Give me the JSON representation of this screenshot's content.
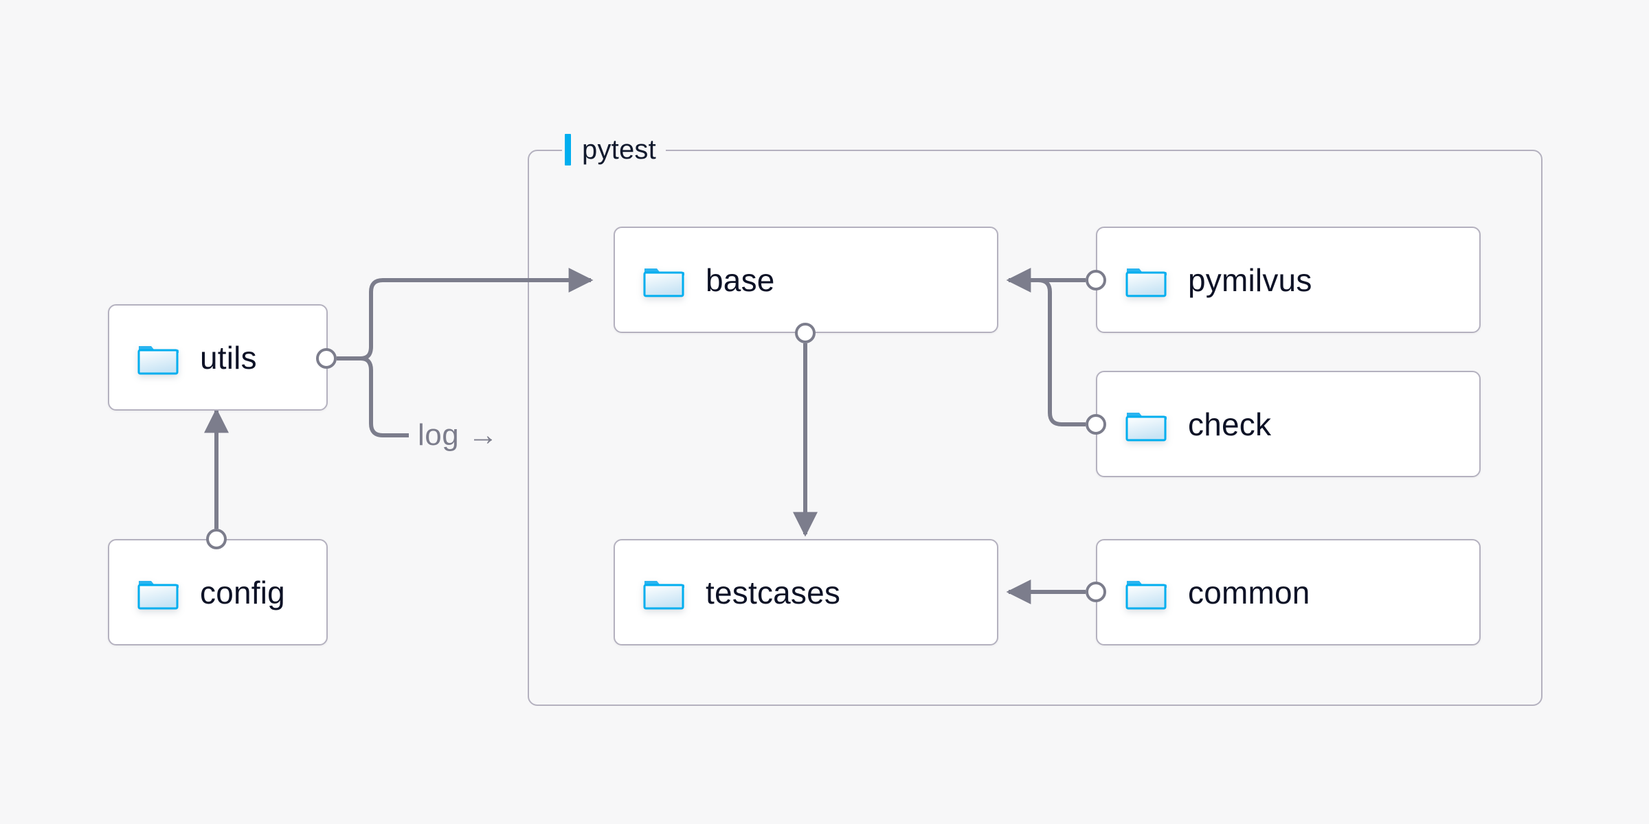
{
  "canvas": {
    "background": "#f7f7f8",
    "edge_color": "#7c7d8c",
    "node_border_color": "#b4b1bf",
    "node_fill": "#ffffff",
    "accent_color": "#00AEEF",
    "label_color": "#0d1226"
  },
  "group": {
    "title": "pytest",
    "tick_icon": "accent-bar-icon"
  },
  "nodes": [
    {
      "id": "utils",
      "label": "utils",
      "icon": "folder-icon"
    },
    {
      "id": "config",
      "label": "config",
      "icon": "folder-icon"
    },
    {
      "id": "base",
      "label": "base",
      "icon": "folder-icon"
    },
    {
      "id": "testcases",
      "label": "testcases",
      "icon": "folder-icon"
    },
    {
      "id": "pymilvus",
      "label": "pymilvus",
      "icon": "folder-icon"
    },
    {
      "id": "check",
      "label": "check",
      "icon": "folder-icon"
    },
    {
      "id": "common",
      "label": "common",
      "icon": "folder-icon"
    }
  ],
  "edges": [
    {
      "id": "utils-base",
      "from": "utils",
      "to": "base",
      "label": ""
    },
    {
      "id": "utils-log",
      "from": "utils",
      "to": "pytest",
      "label": "log →"
    },
    {
      "id": "config-utils",
      "from": "config",
      "to": "utils",
      "label": ""
    },
    {
      "id": "base-testcases",
      "from": "base",
      "to": "testcases",
      "label": ""
    },
    {
      "id": "pymilvus-base",
      "from": "pymilvus",
      "to": "base",
      "label": ""
    },
    {
      "id": "check-base",
      "from": "check",
      "to": "base",
      "label": ""
    },
    {
      "id": "common-testcases",
      "from": "common",
      "to": "testcases",
      "label": ""
    }
  ]
}
